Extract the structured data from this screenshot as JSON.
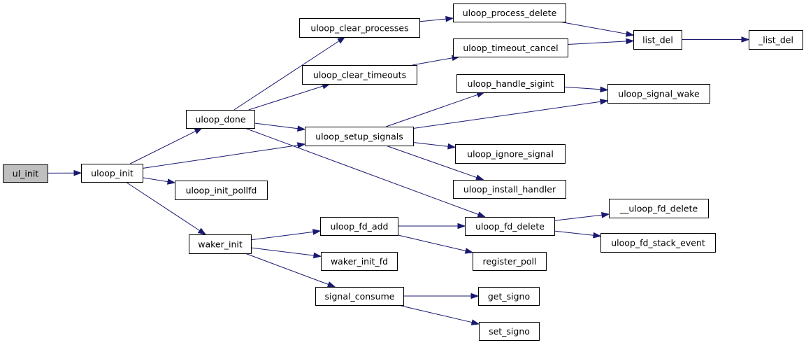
{
  "diagram": {
    "nodes": [
      {
        "id": "ul_init",
        "label": "ul_init",
        "root": true
      },
      {
        "id": "uloop_init",
        "label": "uloop_init"
      },
      {
        "id": "uloop_done",
        "label": "uloop_done"
      },
      {
        "id": "uloop_init_pollfd",
        "label": "uloop_init_pollfd"
      },
      {
        "id": "waker_init",
        "label": "waker_init"
      },
      {
        "id": "uloop_clear_processes",
        "label": "uloop_clear_processes"
      },
      {
        "id": "uloop_clear_timeouts",
        "label": "uloop_clear_timeouts"
      },
      {
        "id": "uloop_setup_signals",
        "label": "uloop_setup_signals"
      },
      {
        "id": "uloop_fd_add",
        "label": "uloop_fd_add"
      },
      {
        "id": "waker_init_fd",
        "label": "waker_init_fd"
      },
      {
        "id": "signal_consume",
        "label": "signal_consume"
      },
      {
        "id": "uloop_process_delete",
        "label": "uloop_process_delete"
      },
      {
        "id": "uloop_timeout_cancel",
        "label": "uloop_timeout_cancel"
      },
      {
        "id": "uloop_handle_sigint",
        "label": "uloop_handle_sigint"
      },
      {
        "id": "uloop_ignore_signal",
        "label": "uloop_ignore_signal"
      },
      {
        "id": "uloop_install_handler",
        "label": "uloop_install_handler"
      },
      {
        "id": "uloop_fd_delete",
        "label": "uloop_fd_delete"
      },
      {
        "id": "register_poll",
        "label": "register_poll"
      },
      {
        "id": "get_signo",
        "label": "get_signo"
      },
      {
        "id": "set_signo",
        "label": "set_signo"
      },
      {
        "id": "list_del",
        "label": "list_del"
      },
      {
        "id": "uloop_signal_wake",
        "label": "uloop_signal_wake"
      },
      {
        "id": "__uloop_fd_delete",
        "label": "__uloop_fd_delete"
      },
      {
        "id": "uloop_fd_stack_event",
        "label": "uloop_fd_stack_event"
      },
      {
        "id": "_list_del",
        "label": "_list_del"
      }
    ],
    "edges": [
      {
        "from": "ul_init",
        "to": "uloop_init"
      },
      {
        "from": "uloop_init",
        "to": "uloop_done"
      },
      {
        "from": "uloop_init",
        "to": "uloop_setup_signals"
      },
      {
        "from": "uloop_init",
        "to": "uloop_init_pollfd"
      },
      {
        "from": "uloop_init",
        "to": "waker_init"
      },
      {
        "from": "uloop_done",
        "to": "uloop_clear_processes"
      },
      {
        "from": "uloop_done",
        "to": "uloop_clear_timeouts"
      },
      {
        "from": "uloop_done",
        "to": "uloop_setup_signals"
      },
      {
        "from": "uloop_done",
        "to": "uloop_fd_delete"
      },
      {
        "from": "uloop_clear_processes",
        "to": "uloop_process_delete"
      },
      {
        "from": "uloop_process_delete",
        "to": "list_del"
      },
      {
        "from": "uloop_clear_timeouts",
        "to": "uloop_timeout_cancel"
      },
      {
        "from": "uloop_timeout_cancel",
        "to": "list_del"
      },
      {
        "from": "list_del",
        "to": "_list_del"
      },
      {
        "from": "uloop_setup_signals",
        "to": "uloop_handle_sigint"
      },
      {
        "from": "uloop_setup_signals",
        "to": "uloop_signal_wake"
      },
      {
        "from": "uloop_setup_signals",
        "to": "uloop_ignore_signal"
      },
      {
        "from": "uloop_setup_signals",
        "to": "uloop_install_handler"
      },
      {
        "from": "uloop_handle_sigint",
        "to": "uloop_signal_wake"
      },
      {
        "from": "waker_init",
        "to": "uloop_fd_add"
      },
      {
        "from": "waker_init",
        "to": "waker_init_fd"
      },
      {
        "from": "waker_init",
        "to": "signal_consume"
      },
      {
        "from": "uloop_fd_add",
        "to": "uloop_fd_delete"
      },
      {
        "from": "uloop_fd_add",
        "to": "register_poll"
      },
      {
        "from": "uloop_fd_delete",
        "to": "__uloop_fd_delete"
      },
      {
        "from": "uloop_fd_delete",
        "to": "uloop_fd_stack_event"
      },
      {
        "from": "signal_consume",
        "to": "get_signo"
      },
      {
        "from": "signal_consume",
        "to": "set_signo"
      }
    ]
  },
  "colors": {
    "edge": "#191970",
    "node_border": "#000000",
    "node_fill": "#ffffff",
    "root_fill": "#bfbfbf",
    "background": "#ffffff"
  }
}
